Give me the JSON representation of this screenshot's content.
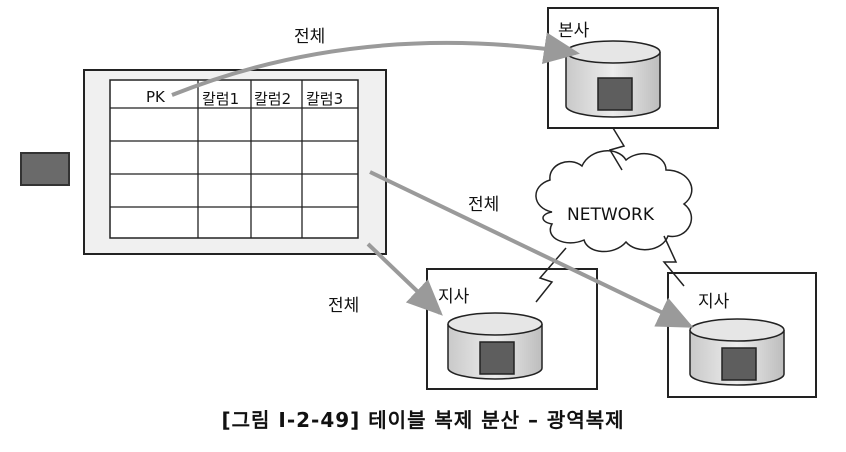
{
  "table": {
    "headers": [
      "PK",
      "칼럼1",
      "칼럼2",
      "칼럼3"
    ]
  },
  "sites": {
    "head_office": "본사",
    "branch_left": "지사",
    "branch_right": "지사"
  },
  "network_label": "NETWORK",
  "flows": {
    "to_head_office": "전체",
    "to_branch_right": "전체",
    "to_branch_left": "전체"
  },
  "caption": "[그림 Ⅰ-2-49] 테이블 복제 분산 – 광역복제"
}
